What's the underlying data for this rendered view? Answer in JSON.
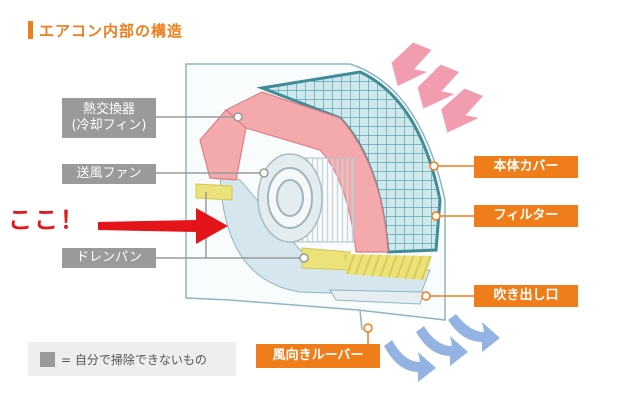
{
  "title": "エアコン内部の構造",
  "labels": {
    "heat_exchanger_line1": "熱交換器",
    "heat_exchanger_line2": "(冷却フィン)",
    "fan": "送風ファン",
    "drain_pan": "ドレンパン",
    "body_cover": "本体カバー",
    "filter": "フィルター",
    "outlet": "吹き出し口",
    "louver": "風向きルーバー"
  },
  "callout": "ここ！",
  "legend": {
    "text": "= 自分で掃除できないもの"
  },
  "colors": {
    "accent_orange": "#ef7d1a",
    "grey_label": "#9a9a9a",
    "callout_red": "#e3141a",
    "fin_pink": "#f2a3a6",
    "filter_teal": "#59a7b3",
    "drain_yellow": "#ece27a",
    "intake_arrow_pink": "#f29cb0",
    "outflow_arrow_blue": "#93b3e2"
  }
}
